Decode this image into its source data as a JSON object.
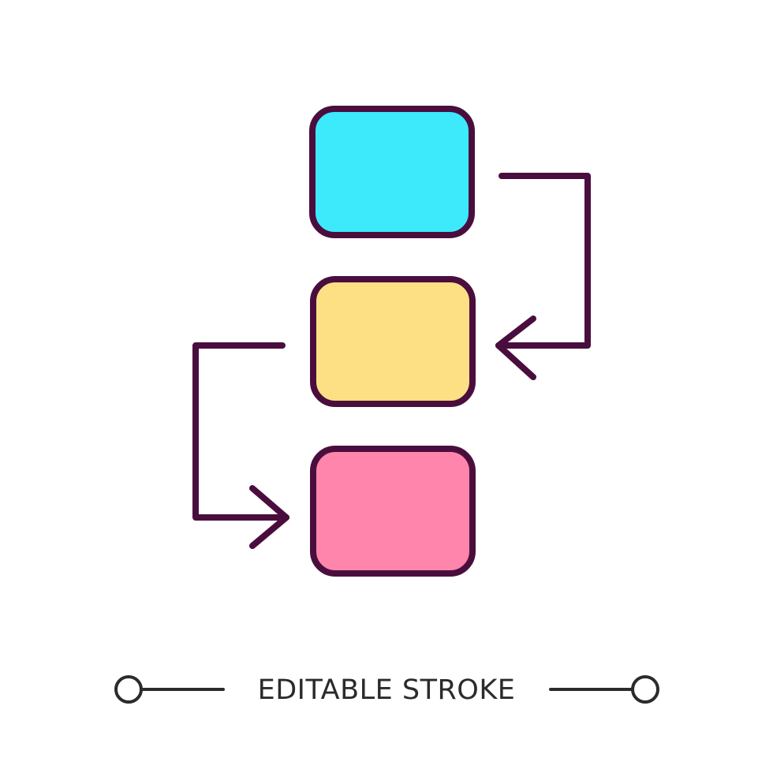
{
  "colors": {
    "stroke": "#4a0e3e",
    "box_top_fill": "#3deafc",
    "box_middle_fill": "#fde084",
    "box_bottom_fill": "#ff85ac",
    "footer_line": "#2b2b2b",
    "footer_text": "#2b2b2b",
    "background": "#ffffff"
  },
  "diagram": {
    "boxes": [
      {
        "id": "top",
        "fill_key": "box_top_fill"
      },
      {
        "id": "middle",
        "fill_key": "box_middle_fill"
      },
      {
        "id": "bottom",
        "fill_key": "box_bottom_fill"
      }
    ],
    "connectors": [
      {
        "id": "top-to-middle",
        "from": "top",
        "to": "middle",
        "side": "right",
        "arrowhead": "arrow-left-icon"
      },
      {
        "id": "middle-to-bottom",
        "from": "middle",
        "to": "bottom",
        "side": "left",
        "arrowhead": "arrow-right-icon"
      }
    ]
  },
  "footer": {
    "label": "EDITABLE STROKE",
    "left_icon": "circle-handle-icon",
    "right_icon": "circle-handle-icon"
  }
}
